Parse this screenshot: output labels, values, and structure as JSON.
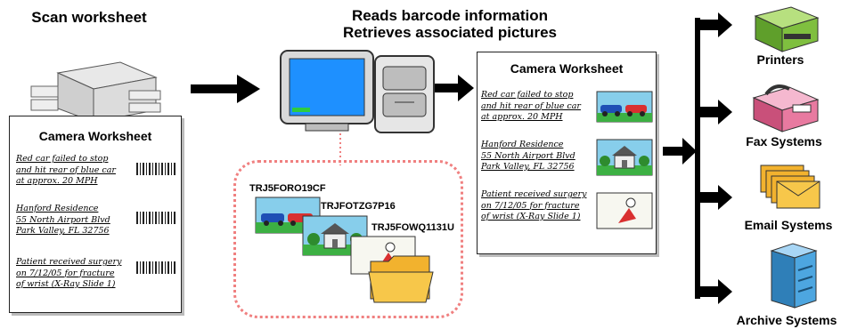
{
  "headings": {
    "scan": "Scan worksheet",
    "reads_line1": "Reads barcode information",
    "reads_line2": "Retrieves associated pictures"
  },
  "worksheet": {
    "title": "Camera Worksheet",
    "entries": [
      {
        "line1": "Red car failed to stop",
        "line2": "and hit rear of blue car",
        "line3": "at approx. 20 MPH"
      },
      {
        "line1": "Hanford Residence",
        "line2": "55 North Airport Blvd",
        "line3": "Park Valley, FL 32756"
      },
      {
        "line1": "Patient received surgery",
        "line2": "on 7/12/05 for fracture",
        "line3": "of wrist (X-Ray Slide 1)"
      }
    ]
  },
  "picture_codes": [
    "TRJ5FORO19CF",
    "TRJFOTZG7P16",
    "TRJ5FOWQ1131U"
  ],
  "destinations": [
    {
      "label": "Printers",
      "icon": "printer-icon"
    },
    {
      "label": "Fax Systems",
      "icon": "fax-icon"
    },
    {
      "label": "Email Systems",
      "icon": "email-icon"
    },
    {
      "label": "Archive Systems",
      "icon": "archive-icon"
    }
  ],
  "colors": {
    "arrow": "#000000",
    "monitor_screen": "#1e90ff",
    "dotted_border": "#f08080",
    "printer": "#7fbf3f",
    "fax": "#e87aa0",
    "email": "#f2b22e",
    "archive": "#4da6e0"
  }
}
